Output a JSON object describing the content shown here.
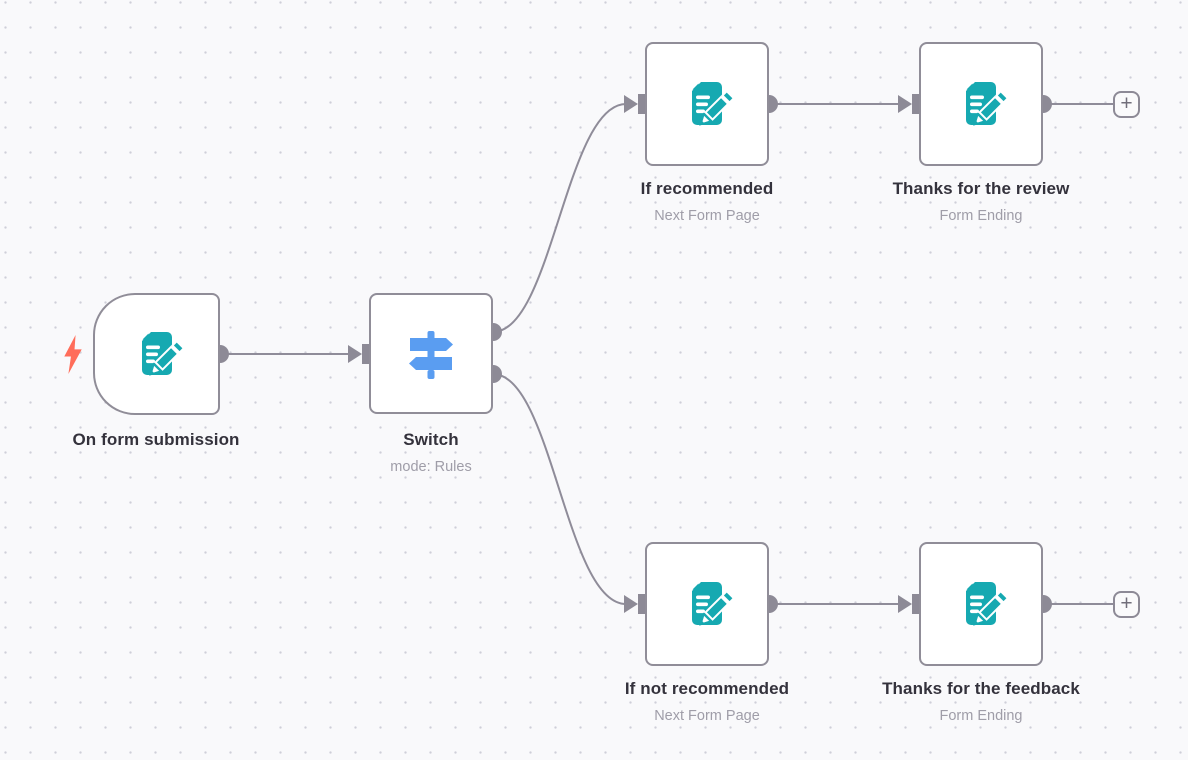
{
  "app": "workflow-canvas",
  "colors": {
    "canvas_bg": "#f9f9fb",
    "grid_dot": "#cfcfd8",
    "node_border": "#908d98",
    "wire": "#8f8c99",
    "endpoint": "#8d8a96",
    "title_text": "#34323c",
    "subtitle_text": "#9f9da8",
    "form_icon_teal": "#16a9b1",
    "switch_icon_blue": "#5a9df1",
    "trigger_bolt_red": "#ff6d5a"
  },
  "nodes": [
    {
      "id": "on-form-submission",
      "title": "On form submission",
      "subtitle": "",
      "icon": "form-icon",
      "kind": "trigger"
    },
    {
      "id": "switch",
      "title": "Switch",
      "subtitle": "mode: Rules",
      "icon": "switch-icon",
      "kind": "switch"
    },
    {
      "id": "if-recommended",
      "title": "If recommended",
      "subtitle": "Next Form Page",
      "icon": "form-icon",
      "kind": "form-page"
    },
    {
      "id": "thanks-for-the-review",
      "title": "Thanks for the review",
      "subtitle": "Form Ending",
      "icon": "form-icon",
      "kind": "form-ending"
    },
    {
      "id": "if-not-recommended",
      "title": "If not recommended",
      "subtitle": "Next Form Page",
      "icon": "form-icon",
      "kind": "form-page"
    },
    {
      "id": "thanks-for-the-feedback",
      "title": "Thanks for the feedback",
      "subtitle": "Form Ending",
      "icon": "form-icon",
      "kind": "form-ending"
    }
  ],
  "controls": {
    "plus_label": "+"
  }
}
